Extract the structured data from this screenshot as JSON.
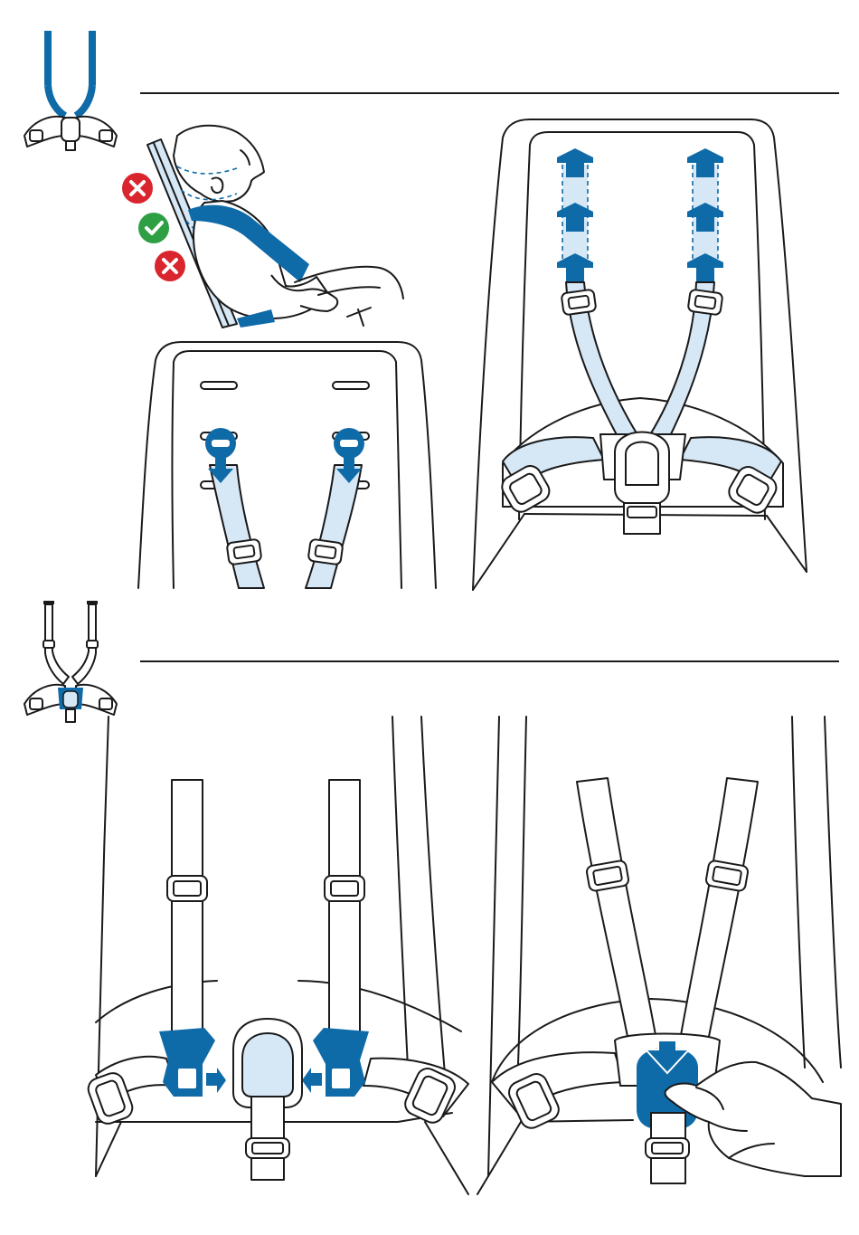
{
  "colors": {
    "accent_blue": "#0f6aa8",
    "strap_light_blue": "#d6e7f5",
    "wrong_red": "#d9252e",
    "correct_green": "#2ea043",
    "line": "#1a1a1a"
  },
  "steps": [
    {
      "icon": "harness-shoulder-strap-icon",
      "panels": [
        {
          "name": "shoulder-height-check",
          "markers": [
            "wrong-icon",
            "correct-icon",
            "wrong-icon"
          ]
        },
        {
          "name": "remove-straps-from-slots"
        },
        {
          "name": "insert-straps-into-higher-slots"
        }
      ]
    },
    {
      "icon": "harness-buckle-icon",
      "panels": [
        {
          "name": "insert-buckle-tongues"
        },
        {
          "name": "press-buckle-release"
        }
      ]
    }
  ]
}
